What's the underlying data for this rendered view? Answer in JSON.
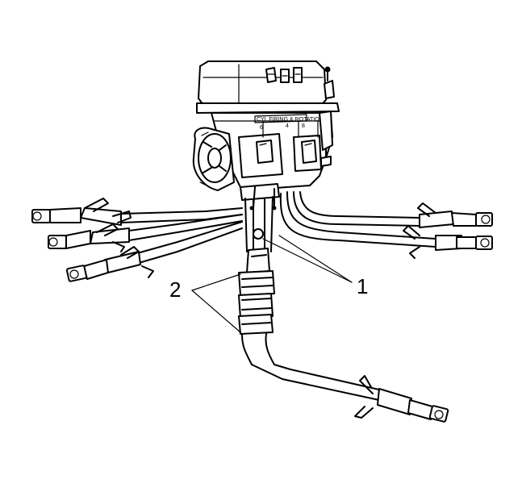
{
  "figure": {
    "background": "#ffffff",
    "line_color": "#000000",
    "callouts": [
      {
        "id": "1",
        "label": "1"
      },
      {
        "id": "2",
        "label": "2"
      }
    ],
    "cap_marking": "CYL FIRING & ROTATION",
    "terminal_numbers": [
      "6",
      "4",
      "8"
    ]
  }
}
